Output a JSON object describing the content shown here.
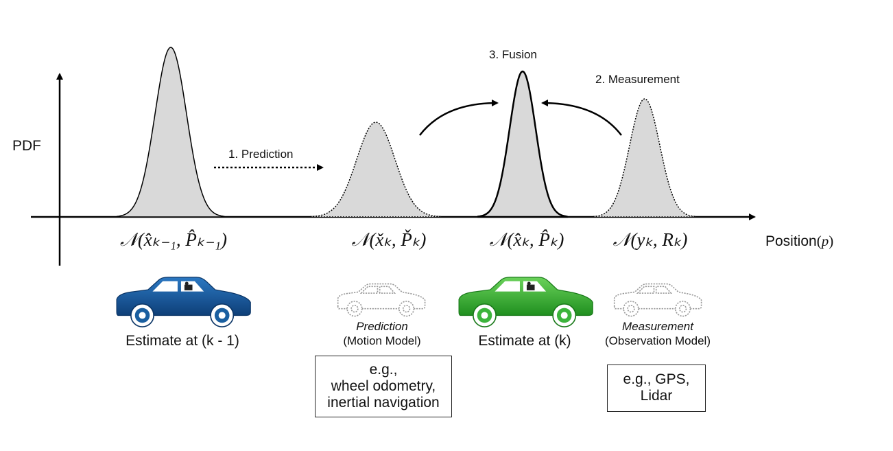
{
  "axis": {
    "y_label": "PDF",
    "x_label_text": "Position",
    "x_label_var": "p"
  },
  "curves": [
    {
      "id": "prev",
      "label": "𝒩(x̂ₖ₋₁, P̂ₖ₋₁)"
    },
    {
      "id": "pred",
      "label": "𝒩(x̌ₖ, P̌ₖ)"
    },
    {
      "id": "fused",
      "label": "𝒩(x̂ₖ, P̂ₖ)"
    },
    {
      "id": "meas",
      "label": "𝒩(yₖ, Rₖ)"
    }
  ],
  "steps": {
    "prediction": "1. Prediction",
    "measurement": "2. Measurement",
    "fusion": "3. Fusion"
  },
  "cars": {
    "prev": {
      "caption": "Estimate at (k - 1)",
      "color": "#1a5fa0"
    },
    "pred": {
      "title": "Prediction",
      "subtitle": "(Motion Model)"
    },
    "curr": {
      "caption": "Estimate at (k)",
      "color": "#3cb43c"
    },
    "meas": {
      "title": "Measurement",
      "subtitle": "(Observation Model)"
    }
  },
  "notes": {
    "prediction": [
      "e.g.,",
      "wheel odometry,",
      "inertial navigation"
    ],
    "measurement": [
      "e.g., GPS,",
      "Lidar"
    ]
  },
  "colors": {
    "fill": "#d9d9d9",
    "axis": "#000000"
  }
}
